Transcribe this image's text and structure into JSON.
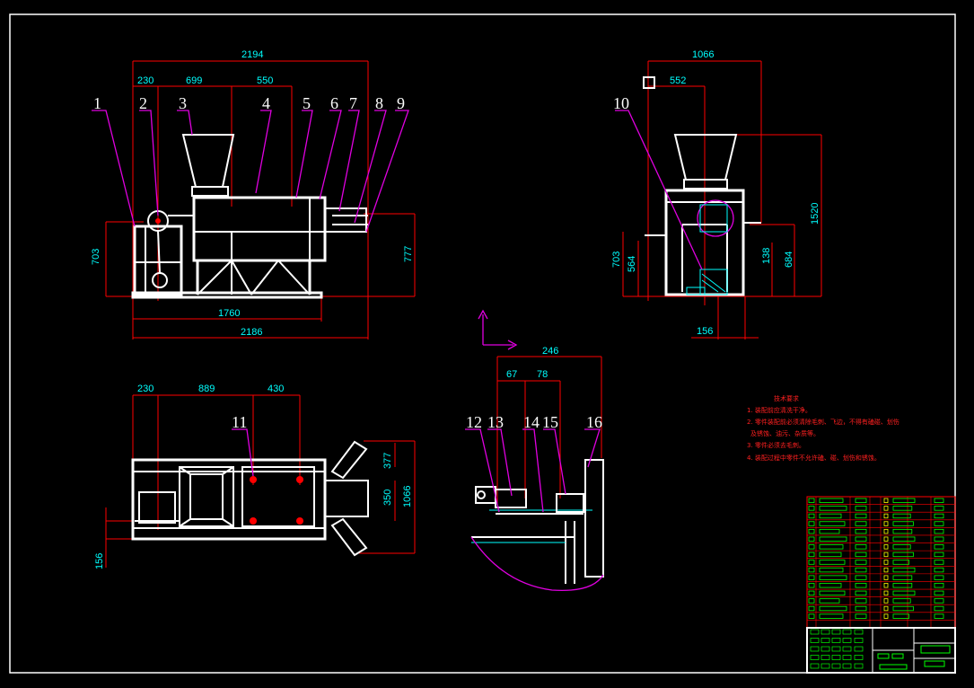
{
  "drawing": {
    "front_view_dims": {
      "overall_top": "2194",
      "d230": "230",
      "d699": "699",
      "d550": "550",
      "height_left": "703",
      "height_right": "777",
      "bottom_1760": "1760",
      "bottom_2186": "2186"
    },
    "side_view_dims": {
      "top_1066": "1066",
      "d552": "552",
      "height_1520": "1520",
      "h703": "703",
      "h564": "564",
      "h138": "138",
      "h684": "684",
      "b156": "156"
    },
    "top_view_dims": {
      "d230": "230",
      "d889": "889",
      "d430": "430",
      "r377": "377",
      "r350": "350",
      "r1066": "1066",
      "l156": "156"
    },
    "detail_view_dims": {
      "d246": "246",
      "d67": "67",
      "d78": "78"
    },
    "part_labels": [
      "1",
      "2",
      "3",
      "4",
      "5",
      "6",
      "7",
      "8",
      "9",
      "10",
      "11",
      "12",
      "13",
      "14",
      "15",
      "16"
    ],
    "notes": {
      "title": "技术要求",
      "line1": "1. 装配前应清洗干净。",
      "line2": "2. 零件装配前必须清除毛刺、飞边，不得有磕碰、划伤",
      "line2b": "及锈蚀、油污、杂质等。",
      "line3": "3. 零件必须去毛刺。",
      "line4": "4. 装配过程中零件不允许磕、碰、划伤和锈蚀。"
    }
  }
}
